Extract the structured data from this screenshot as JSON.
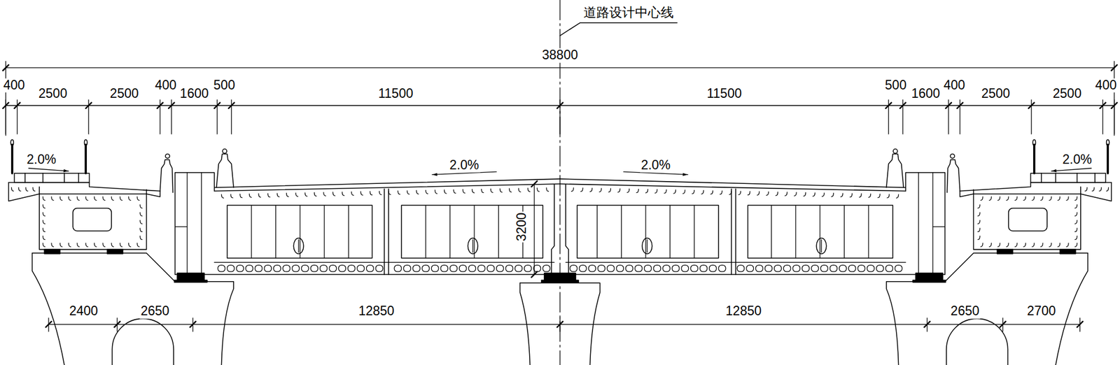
{
  "diagram": {
    "labels": [
      "道路设计中心线",
      "38800",
      "400",
      "2500",
      "2500",
      "400",
      "1600",
      "500",
      "11500",
      "11500",
      "500",
      "1600",
      "400",
      "2500",
      "2500",
      "400",
      "2.0%",
      "2.0%",
      "2.0%",
      "2.0%",
      "3200",
      "2400",
      "2650",
      "12850",
      "12850",
      "2650",
      "2700"
    ]
  }
}
